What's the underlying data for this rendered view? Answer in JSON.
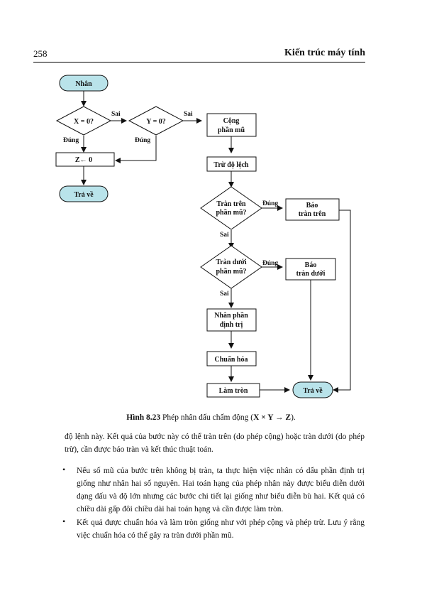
{
  "header": {
    "page_number": "258",
    "running_title": "Kiến trúc máy tính"
  },
  "flowchart": {
    "start": "Nhân",
    "dec_x": "X = 0?",
    "dec_y": "Y = 0?",
    "sai_1": "Sai",
    "sai_2": "Sai",
    "dung_1": "Đúng",
    "dung_2": "Đúng",
    "z_assign": "Z← 0",
    "return_left": "Trả về",
    "add_exp_1": "Cộng",
    "add_exp_2": "phần mũ",
    "sub_bias": "Trừ độ lệch",
    "overflow_q_1": "Tràn trên",
    "overflow_q_2": "phần mũ?",
    "dung_overflow": "Đúng",
    "report_overflow_1": "Báo",
    "report_overflow_2": "tràn trên",
    "sai_3": "Sai",
    "underflow_q_1": "Tràn dưới",
    "underflow_q_2": "phần mũ?",
    "dung_underflow": "Đúng",
    "report_underflow_1": "Báo",
    "report_underflow_2": "tràn dưới",
    "sai_4": "Sai",
    "multiply_1": "Nhân phần",
    "multiply_2": "định trị",
    "normalize": "Chuẩn hóa",
    "round": "Làm tròn",
    "return_right": "Trả về"
  },
  "caption": {
    "label": "Hình 8.23",
    "text": "Phép nhân dấu chấm động (",
    "formula": "X × Y → Z",
    "end": ")."
  },
  "body": {
    "p1": "độ lệnh này. Kết quả của bước này có thể tràn trên (do phép cộng) hoặc tràn dưới (do phép trừ), cần được báo tràn và kết thúc thuật toán.",
    "bullet1": "Nếu số mũ của bước trên không bị tràn, ta thực hiện việc nhân có dấu phần định trị giống như nhân hai số nguyên. Hai toán hạng của phép nhân này được biểu diễn dưới dạng dấu và độ lớn nhưng các bước chi tiết lại giống như biểu diễn bù hai. Kết quả có chiều dài gấp đôi chiều dài hai toán hạng và cần được làm tròn.",
    "bullet2": "Kết quả được chuẩn hóa và làm tròn giống như với phép cộng và phép trừ. Lưu ý rằng việc chuẩn hóa có thể gây ra tràn dưới phần mũ.",
    "bullet_symbol": "•"
  },
  "colors": {
    "terminal_fill": "#b9e3ea",
    "line": "#111111"
  }
}
